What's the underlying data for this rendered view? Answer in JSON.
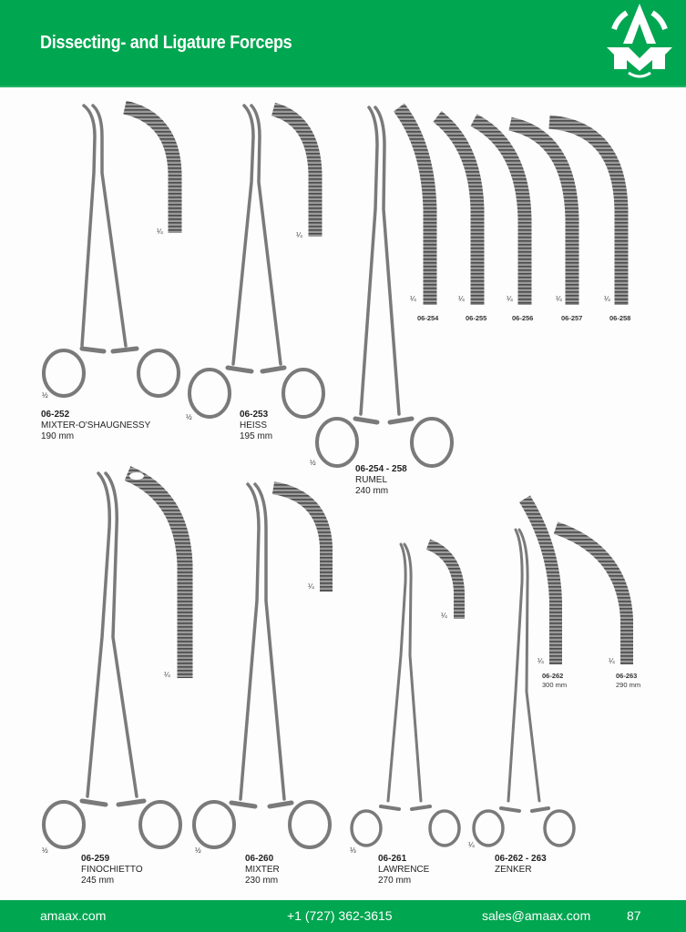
{
  "header": {
    "title": "Dissecting- and Ligature Forceps",
    "logo_icon": "amaax-logo-icon",
    "bg_color": "#00a650"
  },
  "products": [
    {
      "code": "06-252",
      "name": "MIXTER-O'SHAUGNESSY",
      "length": "190 mm",
      "scale_instrument": "½",
      "scale_tip": "¼"
    },
    {
      "code": "06-253",
      "name": "HEISS",
      "length": "195 mm",
      "scale_instrument": "½",
      "scale_tip": "¼"
    },
    {
      "code": "06-254 - 258",
      "name": "RUMEL",
      "length": "240 mm",
      "scale_instrument": "½",
      "tips": [
        {
          "code": "06-254",
          "scale": "¼"
        },
        {
          "code": "06-255",
          "scale": "¼"
        },
        {
          "code": "06-256",
          "scale": "¼"
        },
        {
          "code": "06-257",
          "scale": "¼"
        },
        {
          "code": "06-258",
          "scale": "¼"
        }
      ]
    },
    {
      "code": "06-259",
      "name": "FINOCHIETTO",
      "length": "245 mm",
      "scale_instrument": "½",
      "scale_tip": "¼"
    },
    {
      "code": "06-260",
      "name": "MIXTER",
      "length": "230 mm",
      "scale_instrument": "½",
      "scale_tip": "¼"
    },
    {
      "code": "06-261",
      "name": "LAWRENCE",
      "length": "270 mm",
      "scale_instrument": "⅓",
      "scale_tip": "¼"
    },
    {
      "code": "06-262 - 263",
      "name": "ZENKER",
      "scale_instrument": "¼",
      "tips": [
        {
          "code": "06-262",
          "length": "300 mm",
          "scale": "¼"
        },
        {
          "code": "06-263",
          "length": "290 mm",
          "scale": "¼"
        }
      ]
    }
  ],
  "footer": {
    "website": "amaax.com",
    "phone": "+1 (727) 362-3615",
    "email": "sales@amaax.com",
    "page_number": "87",
    "bg_color": "#00a650"
  }
}
